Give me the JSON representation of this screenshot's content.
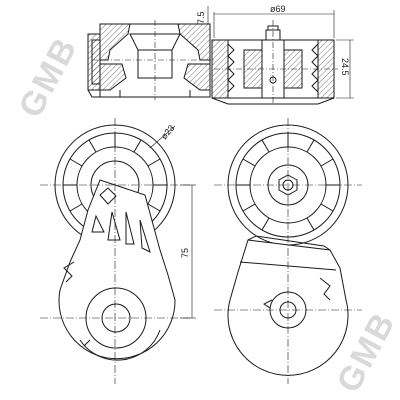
{
  "drawing": {
    "dimensions": {
      "width_offset": "7.5",
      "pulley_diameter": "ø69",
      "pulley_width": "24.5",
      "bore_diameter": "ø23",
      "center_distance": "75"
    },
    "watermark": "GMB",
    "stroke_color": "#1a1a1a",
    "hatch_color": "#555555",
    "watermark_color": "#d9d9d9"
  }
}
